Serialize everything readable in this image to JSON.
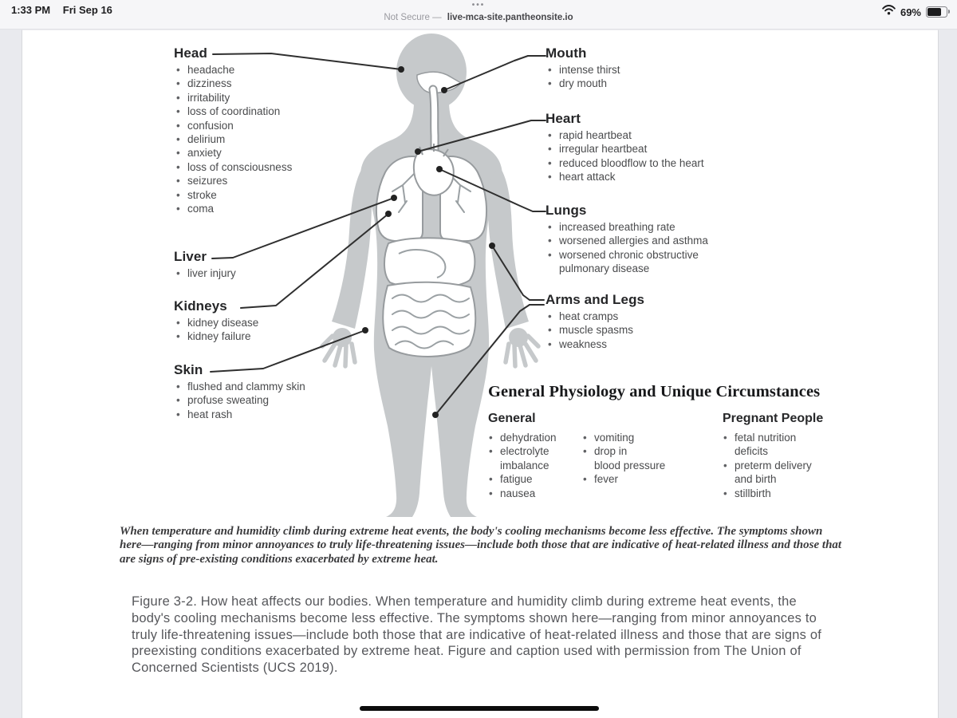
{
  "status_bar": {
    "time": "1:33 PM",
    "date": "Fri Sep 16",
    "tab_indicator": "•••",
    "security_label": "Not Secure —",
    "url": "live-mca-site.pantheonsite.io",
    "battery_percent": "69%"
  },
  "diagram": {
    "regions": [
      {
        "label": "Head",
        "symptoms": [
          "headache",
          "dizziness",
          "irritability",
          "loss of coordination",
          "confusion",
          "delirium",
          "anxiety",
          "loss of consciousness",
          "seizures",
          "stroke",
          "coma"
        ]
      },
      {
        "label": "Liver",
        "symptoms": [
          "liver injury"
        ]
      },
      {
        "label": "Kidneys",
        "symptoms": [
          "kidney disease",
          "kidney failure"
        ]
      },
      {
        "label": "Skin",
        "symptoms": [
          "flushed and clammy skin",
          "profuse sweating",
          "heat rash"
        ]
      },
      {
        "label": "Mouth",
        "symptoms": [
          "intense thirst",
          "dry mouth"
        ]
      },
      {
        "label": "Heart",
        "symptoms": [
          "rapid heartbeat",
          "irregular heartbeat",
          "reduced bloodflow to the heart",
          "heart attack"
        ]
      },
      {
        "label": "Lungs",
        "symptoms": [
          "increased breathing rate",
          "worsened allergies and asthma",
          "worsened chronic obstructive\npulmonary disease"
        ]
      },
      {
        "label": "Arms and Legs",
        "symptoms": [
          "heat cramps",
          "muscle spasms",
          "weakness"
        ]
      }
    ],
    "general_section": {
      "title": "General Physiology and Unique Circumstances",
      "general_heading": "General",
      "general_col1": [
        "dehydration",
        "electrolyte\nimbalance",
        "fatigue",
        "nausea"
      ],
      "general_col2": [
        "vomiting",
        "drop in\nblood pressure",
        "fever"
      ],
      "pregnant_heading": "Pregnant People",
      "pregnant_list": [
        "fetal nutrition\ndeficits",
        "preterm delivery\nand birth",
        "stillbirth"
      ]
    },
    "italic_caption": "When temperature and humidity climb during extreme heat events, the body's cooling mechanisms become less effective. The symptoms shown here—ranging from minor annoyances to truly life-threatening issues—include both those that are indicative of heat-related illness and those that are signs of pre-existing conditions exacerbated by extreme heat."
  },
  "figure_caption": "Figure 3-2. How heat affects our bodies. When temperature and humidity climb during extreme heat events, the body's cooling mechanisms become less effective. The symptoms shown here—ranging from minor annoyances to truly life-threatening issues—include both those that are indicative of heat-related illness and those that are signs of preexisting conditions exacerbated by extreme heat. Figure and caption used with permission from The Union of Concerned Scientists (UCS 2019).",
  "colors": {
    "silhouette": "#c6c9cb",
    "organ_stroke": "#979b9e",
    "connector": "#2f2f2f",
    "page_background": "#e9eaee",
    "caption_text": "#56575b"
  }
}
